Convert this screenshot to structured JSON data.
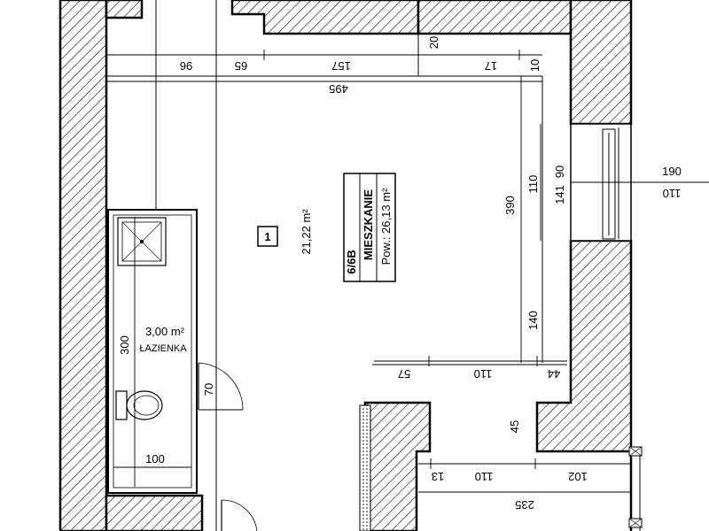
{
  "rooms": {
    "main": {
      "number": "1",
      "area": "21,22 m²"
    },
    "bathroom": {
      "area": "3,00 m²",
      "name": "ŁAZIENKA"
    }
  },
  "apartment": {
    "id": "6/6B",
    "title": "MIESZKANIE",
    "area": "Pow.: 26,13 m²"
  },
  "dims": {
    "d96": "96",
    "d65": "65",
    "d157": "157",
    "d17": "17",
    "d10": "10",
    "d20": "20",
    "d495": "495",
    "d390": "390",
    "d110_right": "110",
    "d190": "190",
    "d110_far": "110",
    "d141": "141",
    "d90": "90",
    "d140": "140",
    "d300": "300",
    "d70": "70",
    "d57": "57",
    "d110_mid": "110",
    "d44": "44",
    "d45": "45",
    "d13": "13",
    "d110_low": "110",
    "d102": "102",
    "d235": "235",
    "d100": "100"
  }
}
